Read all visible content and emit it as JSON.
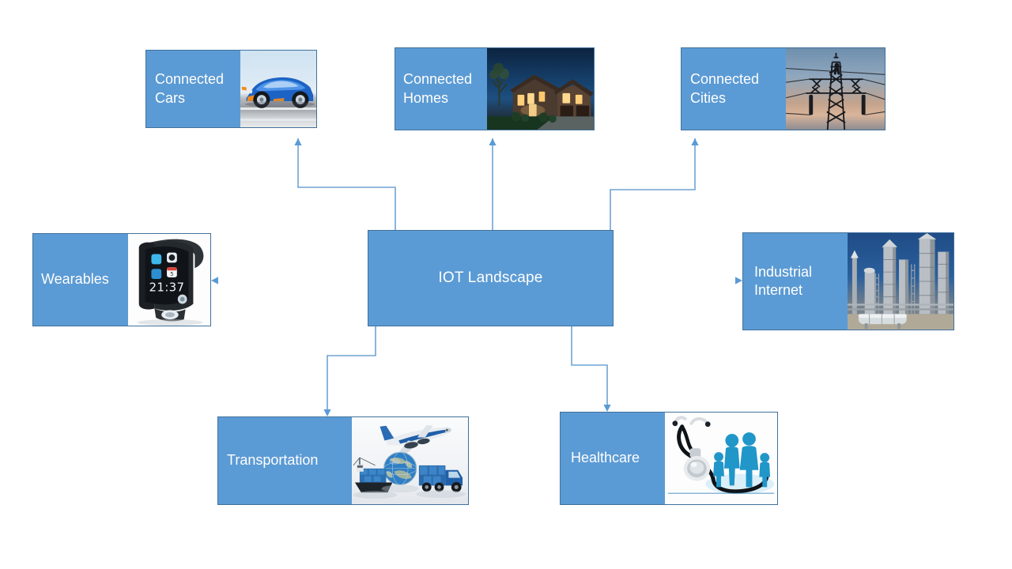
{
  "diagram": {
    "title": "IOT Landscape",
    "accent_color": "#5B9BD5",
    "border_color": "#41719C",
    "label_color": "#FFFFFF",
    "background": "#FFFFFF",
    "center": {
      "id": "iot-landscape",
      "label": "IOT Landscape"
    },
    "nodes": [
      {
        "id": "connected-cars",
        "label": "Connected\nCars",
        "image": "sports-car-image",
        "position": "top-left"
      },
      {
        "id": "connected-homes",
        "label": "Connected\nHomes",
        "image": "house-at-night-image",
        "position": "top-center"
      },
      {
        "id": "connected-cities",
        "label": "Connected\nCities",
        "image": "power-pylon-image",
        "position": "top-right"
      },
      {
        "id": "wearables",
        "label": "Wearables",
        "image": "smartwatch-image",
        "position": "left"
      },
      {
        "id": "industrial-internet",
        "label": "Industrial\nInternet",
        "image": "refinery-plant-image",
        "position": "right"
      },
      {
        "id": "transportation",
        "label": "Transportation",
        "image": "plane-ship-truck-globe-image",
        "position": "bottom-left"
      },
      {
        "id": "healthcare",
        "label": "Healthcare",
        "image": "stethoscope-family-image",
        "position": "bottom-right"
      }
    ],
    "connectors": [
      {
        "id": "center-to-connected-cars",
        "from": "iot-landscape",
        "to": "connected-cars",
        "style": "elbow",
        "arrow": "up"
      },
      {
        "id": "center-to-connected-homes",
        "from": "iot-landscape",
        "to": "connected-homes",
        "style": "straight",
        "arrow": "up"
      },
      {
        "id": "center-to-connected-cities",
        "from": "iot-landscape",
        "to": "connected-cities",
        "style": "elbow",
        "arrow": "up"
      },
      {
        "id": "center-to-wearables",
        "from": "iot-landscape",
        "to": "wearables",
        "style": "straight",
        "arrow": "left"
      },
      {
        "id": "center-to-industrial-internet",
        "from": "iot-landscape",
        "to": "industrial-internet",
        "style": "straight",
        "arrow": "right"
      },
      {
        "id": "center-to-transportation",
        "from": "iot-landscape",
        "to": "transportation",
        "style": "elbow",
        "arrow": "down"
      },
      {
        "id": "center-to-healthcare",
        "from": "iot-landscape",
        "to": "healthcare",
        "style": "elbow",
        "arrow": "down"
      }
    ]
  }
}
